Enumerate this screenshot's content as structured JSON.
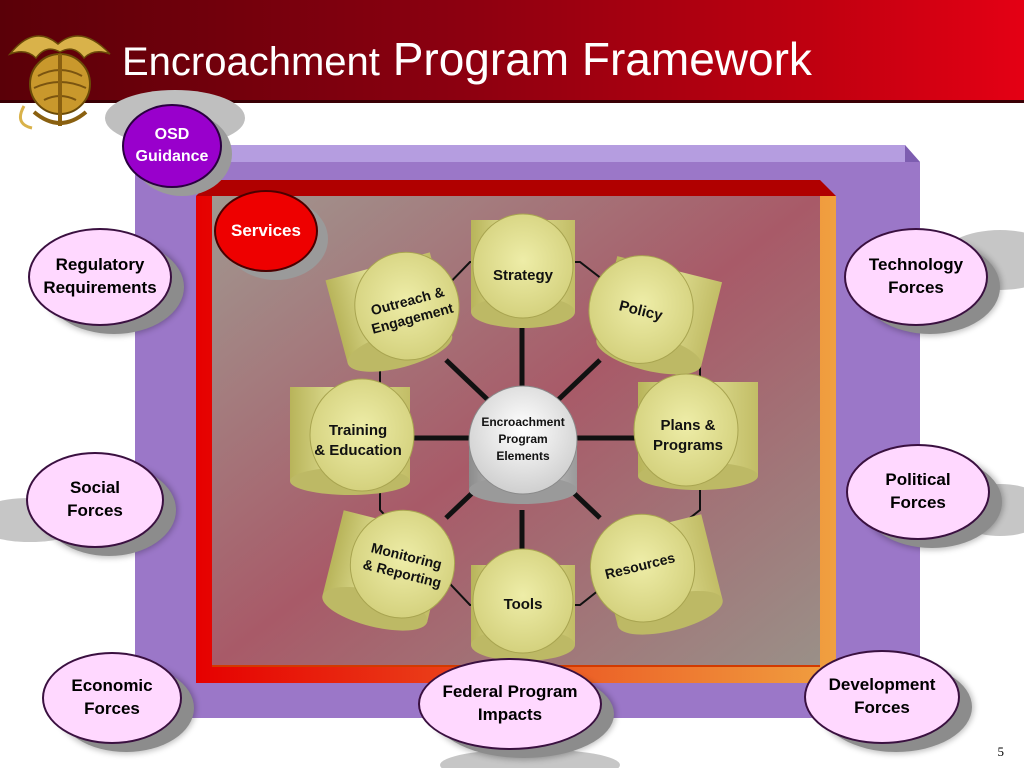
{
  "title": {
    "word1": "Encroachment",
    "rest": "Program Framework"
  },
  "osd": "OSD\nGuidance",
  "services": "Services",
  "center": "Encroachment\nProgram\nElements",
  "elements": [
    {
      "label": "Strategy"
    },
    {
      "label": "Policy"
    },
    {
      "label": "Plans &\nPrograms"
    },
    {
      "label": "Resources"
    },
    {
      "label": "Tools"
    },
    {
      "label": "Monitoring\n& Reporting"
    },
    {
      "label": "Training\n& Education"
    },
    {
      "label": "Outreach &\nEngagement"
    }
  ],
  "forces": {
    "regulatory": "Regulatory\nRequirements",
    "technology": "Technology\nForces",
    "social": "Social\nForces",
    "political": "Political\nForces",
    "economic": "Economic\nForces",
    "federal": "Federal Program\nImpacts",
    "development": "Development\nForces"
  },
  "page_number": "5",
  "colors": {
    "header": "#c00010",
    "purple_frame": "#9b77c8",
    "red_frame": "#e00000",
    "cylinder": "#dedd8a",
    "pink": "#ffd8ff",
    "osd": "#9900cc",
    "services": "#ee0000"
  }
}
